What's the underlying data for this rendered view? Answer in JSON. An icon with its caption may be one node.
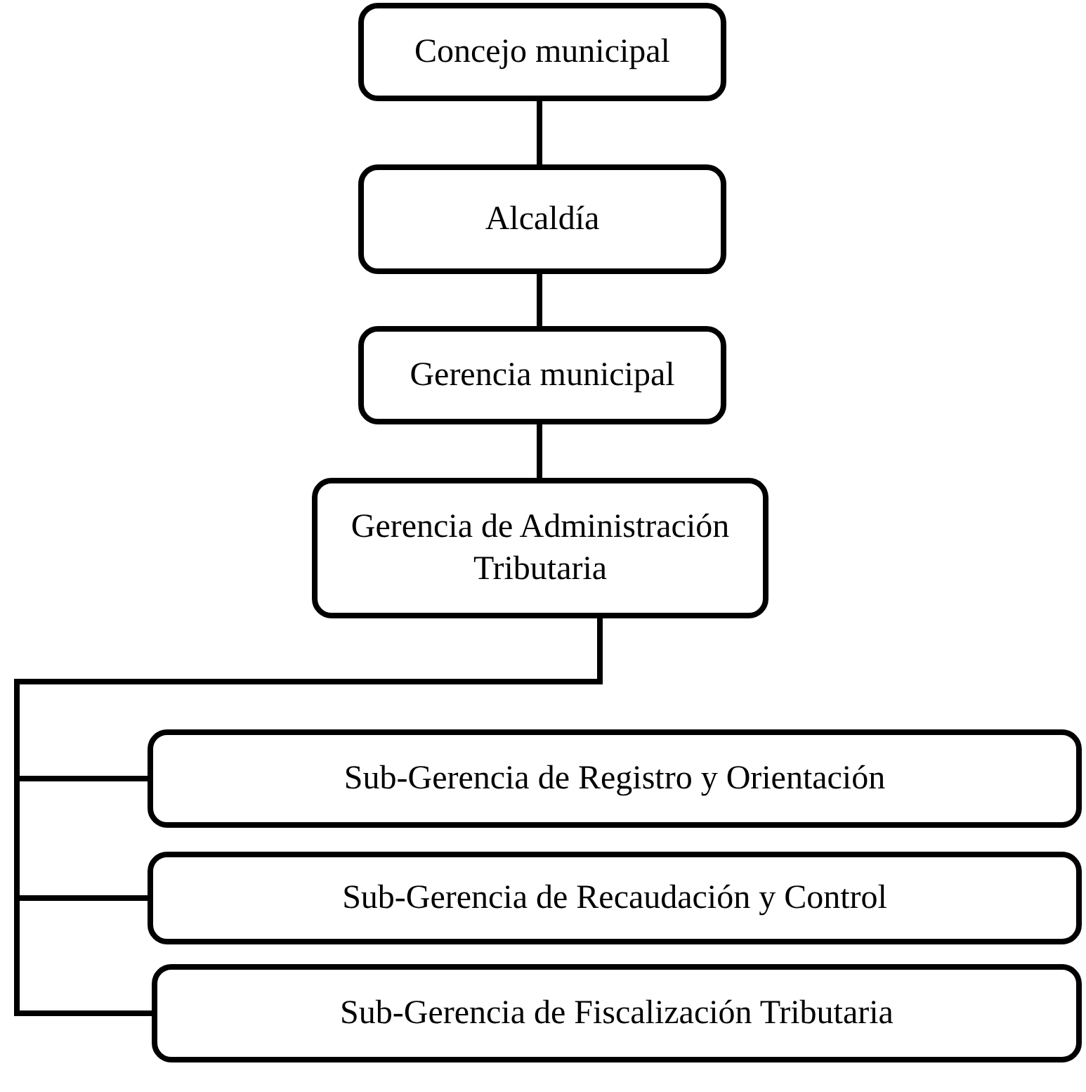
{
  "diagram": {
    "nodes": [
      {
        "text": [
          "Concejo municipal"
        ]
      },
      {
        "text": [
          "Alcaldía"
        ]
      },
      {
        "text": [
          "Gerencia municipal"
        ]
      },
      {
        "text": [
          "Gerencia de Administración Tributaria"
        ]
      },
      {
        "text": [
          "Sub-Gerencia de Registro y Orientación"
        ]
      },
      {
        "text": [
          "Sub-Gerencia de Recaudación y Control"
        ]
      },
      {
        "text": [
          "Sub-Gerencia de Fiscalización Tributaria"
        ]
      }
    ],
    "edges": [
      {
        "from": 0,
        "to": 1,
        "arrow": "none"
      },
      {
        "from": 1,
        "to": 2,
        "arrow": "none"
      },
      {
        "from": 2,
        "to": 3,
        "arrow": "none"
      },
      {
        "from": 3,
        "to": 4,
        "arrow": "none"
      },
      {
        "from": 3,
        "to": 5,
        "arrow": "none"
      },
      {
        "from": 3,
        "to": 6,
        "arrow": "none"
      }
    ]
  }
}
